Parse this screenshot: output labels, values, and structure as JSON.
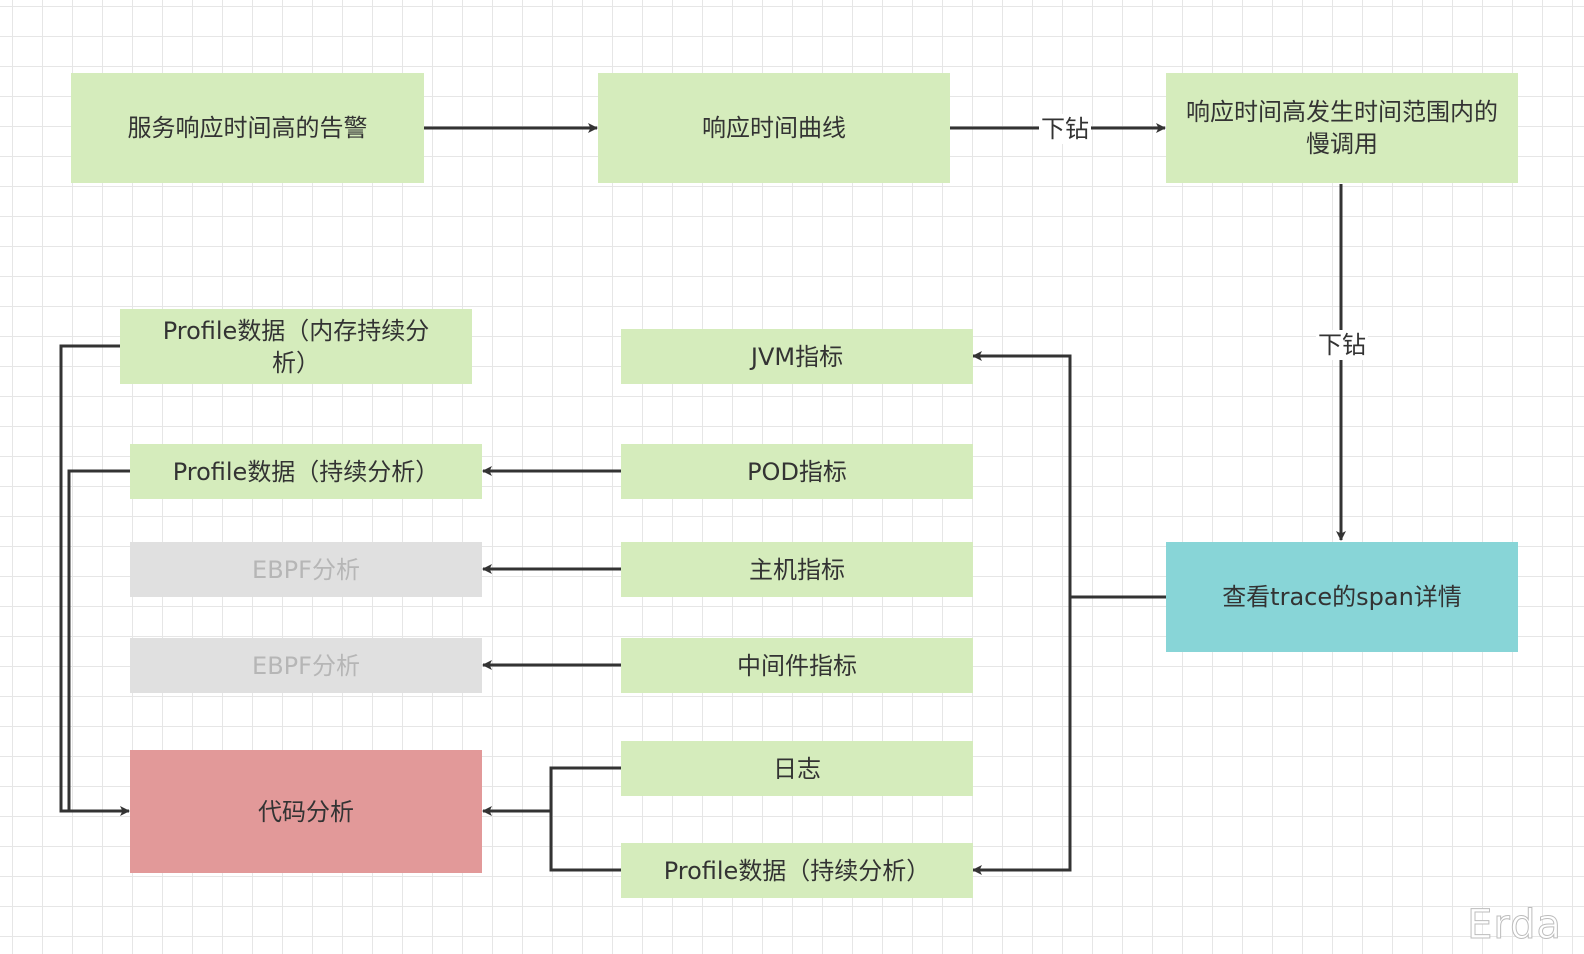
{
  "diagram": {
    "nodes": {
      "alert": "服务响应时间高的告警",
      "rt_curve": "响应时间曲线",
      "slow_calls": "响应时间高发生时间范围内的慢调用",
      "trace_span": "查看trace的span详情",
      "jvm": "JVM指标",
      "pod": "POD指标",
      "host": "主机指标",
      "middleware": "中间件指标",
      "log": "日志",
      "profile_right": "Profile数据（持续分析）",
      "profile_memory": "Profile数据（内存持续分析）",
      "profile_left": "Profile数据（持续分析）",
      "ebpf_1": "EBPF分析",
      "ebpf_2": "EBPF分析",
      "code_analysis": "代码分析"
    },
    "edge_labels": {
      "drill_down_1": "下钻",
      "drill_down_2": "下钻"
    },
    "edges": [
      {
        "from": "alert",
        "to": "rt_curve"
      },
      {
        "from": "rt_curve",
        "to": "slow_calls",
        "label": "下钻"
      },
      {
        "from": "slow_calls",
        "to": "trace_span",
        "label": "下钻"
      },
      {
        "from": "trace_span",
        "to": "jvm"
      },
      {
        "from": "trace_span",
        "to": "profile_right"
      },
      {
        "from": "pod",
        "to": "profile_left"
      },
      {
        "from": "host",
        "to": "ebpf_1"
      },
      {
        "from": "middleware",
        "to": "ebpf_2"
      },
      {
        "from": "log",
        "to": "code_analysis"
      },
      {
        "from": "profile_right",
        "to": "code_analysis"
      },
      {
        "from": "profile_memory",
        "to": "code_analysis"
      },
      {
        "from": "profile_left",
        "to": "code_analysis"
      }
    ],
    "colors": {
      "default_node": "#d5ecbc",
      "disabled_node": "#e0e0e0",
      "highlight_node": "#e29999",
      "focus_node": "#88d5d7",
      "edge": "#333333"
    }
  },
  "watermark": "Erda"
}
